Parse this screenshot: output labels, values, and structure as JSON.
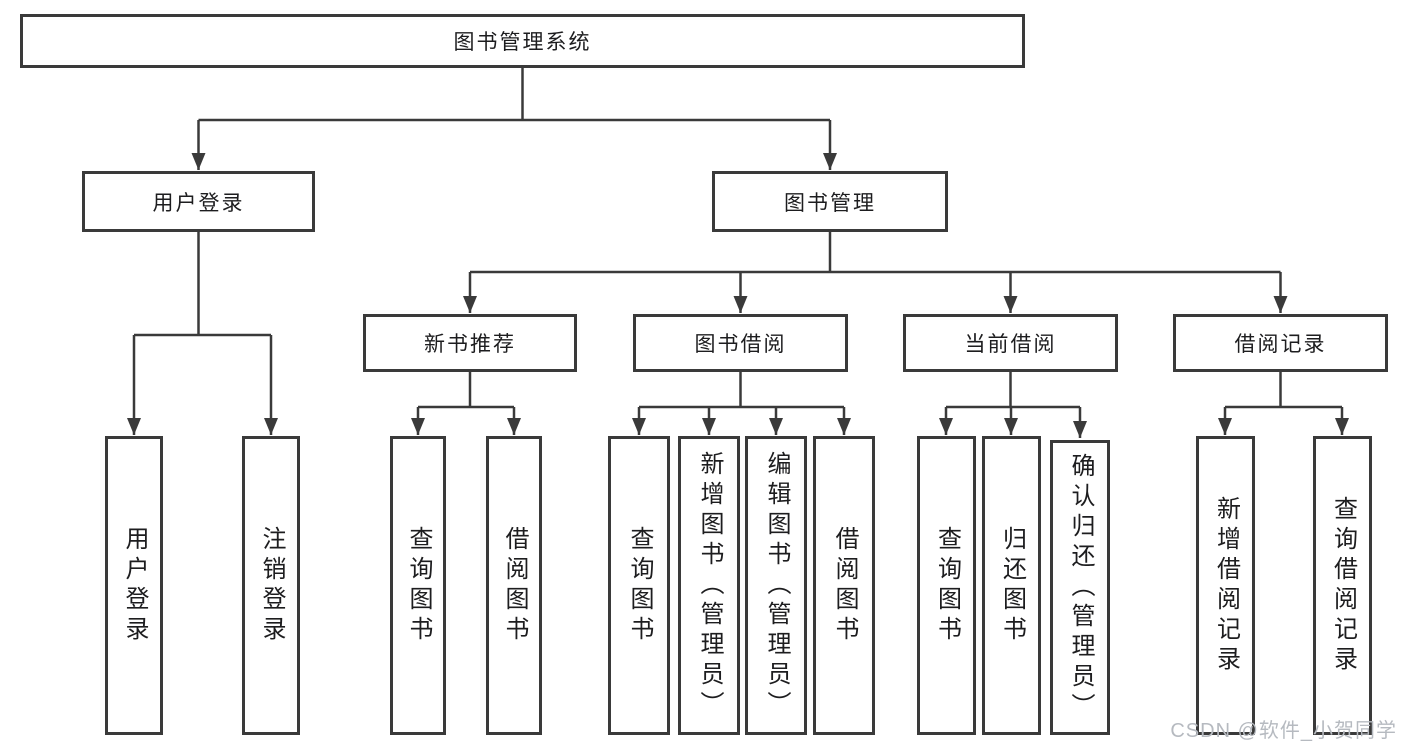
{
  "diagram": {
    "root": {
      "label": "图书管理系统"
    },
    "level2": {
      "user_login": {
        "label": "用户登录",
        "children": [
          "用户登录",
          "注销登录"
        ]
      },
      "book_management": {
        "label": "图书管理"
      }
    },
    "level3": {
      "new_book_recommendation": {
        "label": "新书推荐",
        "children": [
          "查询图书",
          "借阅图书"
        ]
      },
      "book_borrowing": {
        "label": "图书借阅",
        "children": [
          "查询图书",
          "新增图书（管理员）",
          "编辑图书（管理员）",
          "借阅图书"
        ]
      },
      "current_borrowing": {
        "label": "当前借阅",
        "children": [
          "查询图书",
          "归还图书",
          "确认归还（管理员）"
        ]
      },
      "borrowing_records": {
        "label": "借阅记录",
        "children": [
          "新增借阅记录",
          "查询借阅记录"
        ]
      }
    }
  },
  "watermark": {
    "text": "CSDN @软件_小贺同学"
  },
  "colors": {
    "line": "#3a3a3a",
    "text": "#1d1d1f",
    "box_background": "#ffffff",
    "watermark": "#b6bac0"
  }
}
